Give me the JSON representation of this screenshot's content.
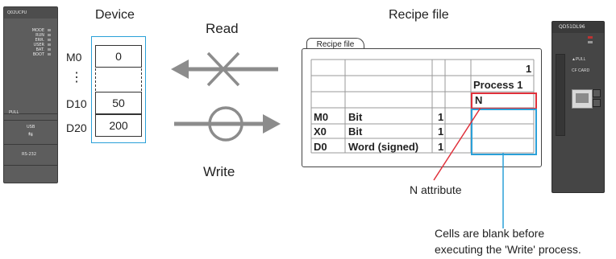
{
  "labels": {
    "device": "Device",
    "recipe_file": "Recipe file",
    "read": "Read",
    "write": "Write",
    "n_attribute": "N attribute",
    "note_line1": "Cells are blank before",
    "note_line2": "executing the 'Write' process."
  },
  "device_rows": [
    {
      "name": "M0",
      "value": "0"
    },
    {
      "name": "D10",
      "value": "50"
    },
    {
      "name": "D20",
      "value": "200"
    }
  ],
  "ellipsis": "⋮",
  "recipe": {
    "tab": "Recipe file",
    "column_number": "1",
    "process_label": "Process 1",
    "attribute_cell": "N",
    "rows": [
      {
        "device": "M0",
        "type": "Bit",
        "points": "1"
      },
      {
        "device": "X0",
        "type": "Bit",
        "points": "1"
      },
      {
        "device": "D0",
        "type": "Word (signed)",
        "points": "1"
      }
    ]
  },
  "plc_cpu": {
    "model": "Q02UCPU",
    "leds": [
      "MODE",
      "RUN",
      "ERR.",
      "USER",
      "BAT.",
      "BOOT"
    ],
    "pull": "PULL",
    "usb": "USB",
    "rs232": "RS-232"
  },
  "module": {
    "model": "QD51DL96",
    "card": "CF CARD",
    "pull": "▲PULL"
  },
  "colors": {
    "blue": "#2aa0d8",
    "red": "#e0303a",
    "arrow_gray": "#8c8c8c"
  }
}
